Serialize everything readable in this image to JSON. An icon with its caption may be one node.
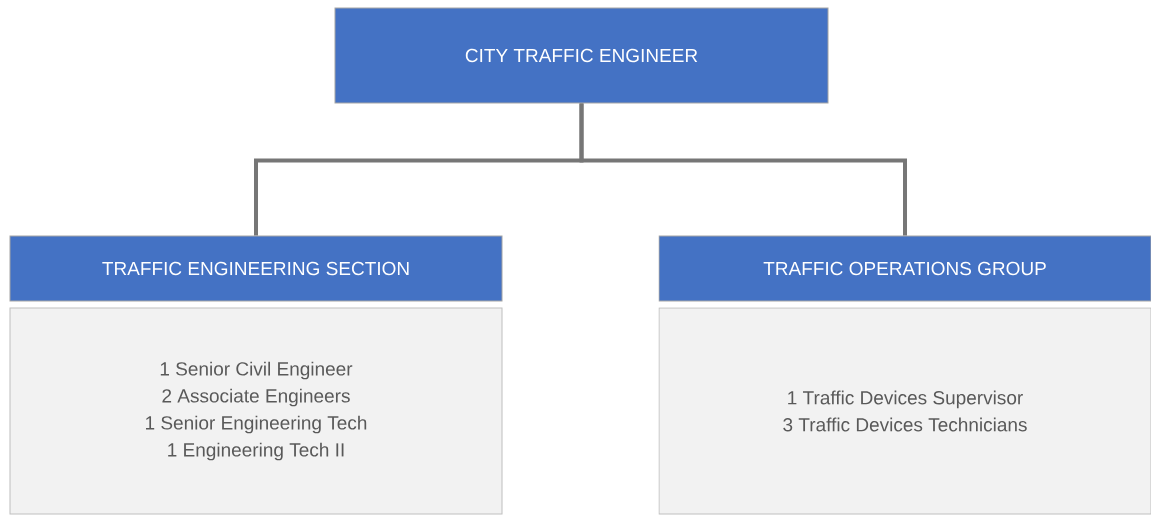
{
  "diagram": {
    "nodes": [
      {
        "text": [
          "CITY TRAFFIC ENGINEER"
        ]
      },
      {
        "text": [
          "TRAFFIC ENGINEERING SECTION"
        ]
      },
      {
        "text": [
          "1 Senior Civil Engineer",
          "2 Associate Engineers",
          "1 Senior Engineering Tech",
          "1 Engineering Tech II"
        ]
      },
      {
        "text": [
          "TRAFFIC OPERATIONS GROUP"
        ]
      },
      {
        "text": [
          "1 Traffic Devices Supervisor",
          "3 Traffic Devices Technicians"
        ]
      }
    ],
    "edges": [
      {
        "from": 0,
        "to": 1,
        "arrow": "none"
      },
      {
        "from": 0,
        "to": 3,
        "arrow": "none"
      }
    ]
  }
}
